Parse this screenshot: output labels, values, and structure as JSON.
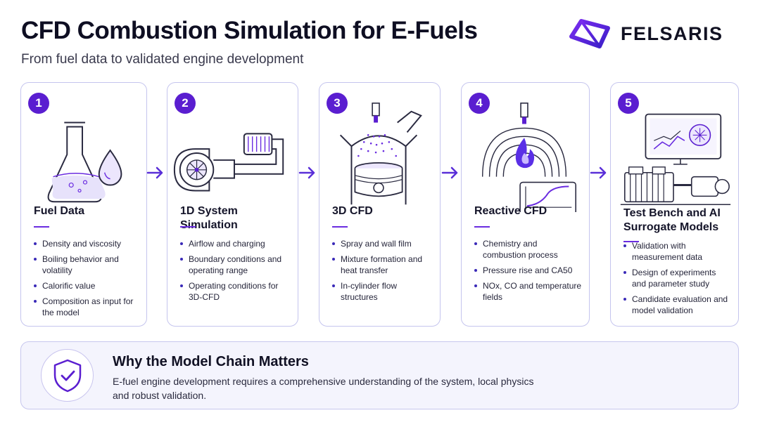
{
  "header": {
    "title": "CFD Combustion Simulation for E-Fuels",
    "subtitle": "From fuel data to validated engine development"
  },
  "brand": {
    "name": "FELSARIS",
    "accent": "#5a1ed0",
    "icon": "felsaris-logo-icon"
  },
  "steps": [
    {
      "number": "1",
      "title": "Fuel Data",
      "icon": "flask-droplet-icon",
      "bullets": [
        "Density and viscosity",
        "Boiling behavior and volatility",
        "Calorific value",
        "Composition as input for the model"
      ]
    },
    {
      "number": "2",
      "title": "1D System Simulation",
      "icon": "turbocharger-icon",
      "bullets": [
        "Airflow and charging",
        "Boundary conditions and operating range",
        "Operating conditions for 3D-CFD"
      ]
    },
    {
      "number": "3",
      "title": "3D CFD",
      "icon": "cylinder-spray-icon",
      "bullets": [
        "Spray and wall film",
        "Mixture formation and heat transfer",
        "In-cylinder flow structures"
      ]
    },
    {
      "number": "4",
      "title": "Reactive CFD",
      "icon": "flame-curve-icon",
      "bullets": [
        "Chemistry and combustion process",
        "Pressure rise and CA50",
        "NOx, CO and temperature fields"
      ]
    },
    {
      "number": "5",
      "title": "Test Bench and AI Surrogate Models",
      "icon": "test-bench-ai-icon",
      "bullets": [
        "Validation with measurement data",
        "Design of experiments and parameter study",
        "Candidate evaluation and model validation"
      ]
    }
  ],
  "footer": {
    "title": "Why the Model Chain Matters",
    "text": "E-fuel engine development requires a comprehensive understanding of the system, local physics and robust validation.",
    "icon": "shield-check-icon"
  }
}
